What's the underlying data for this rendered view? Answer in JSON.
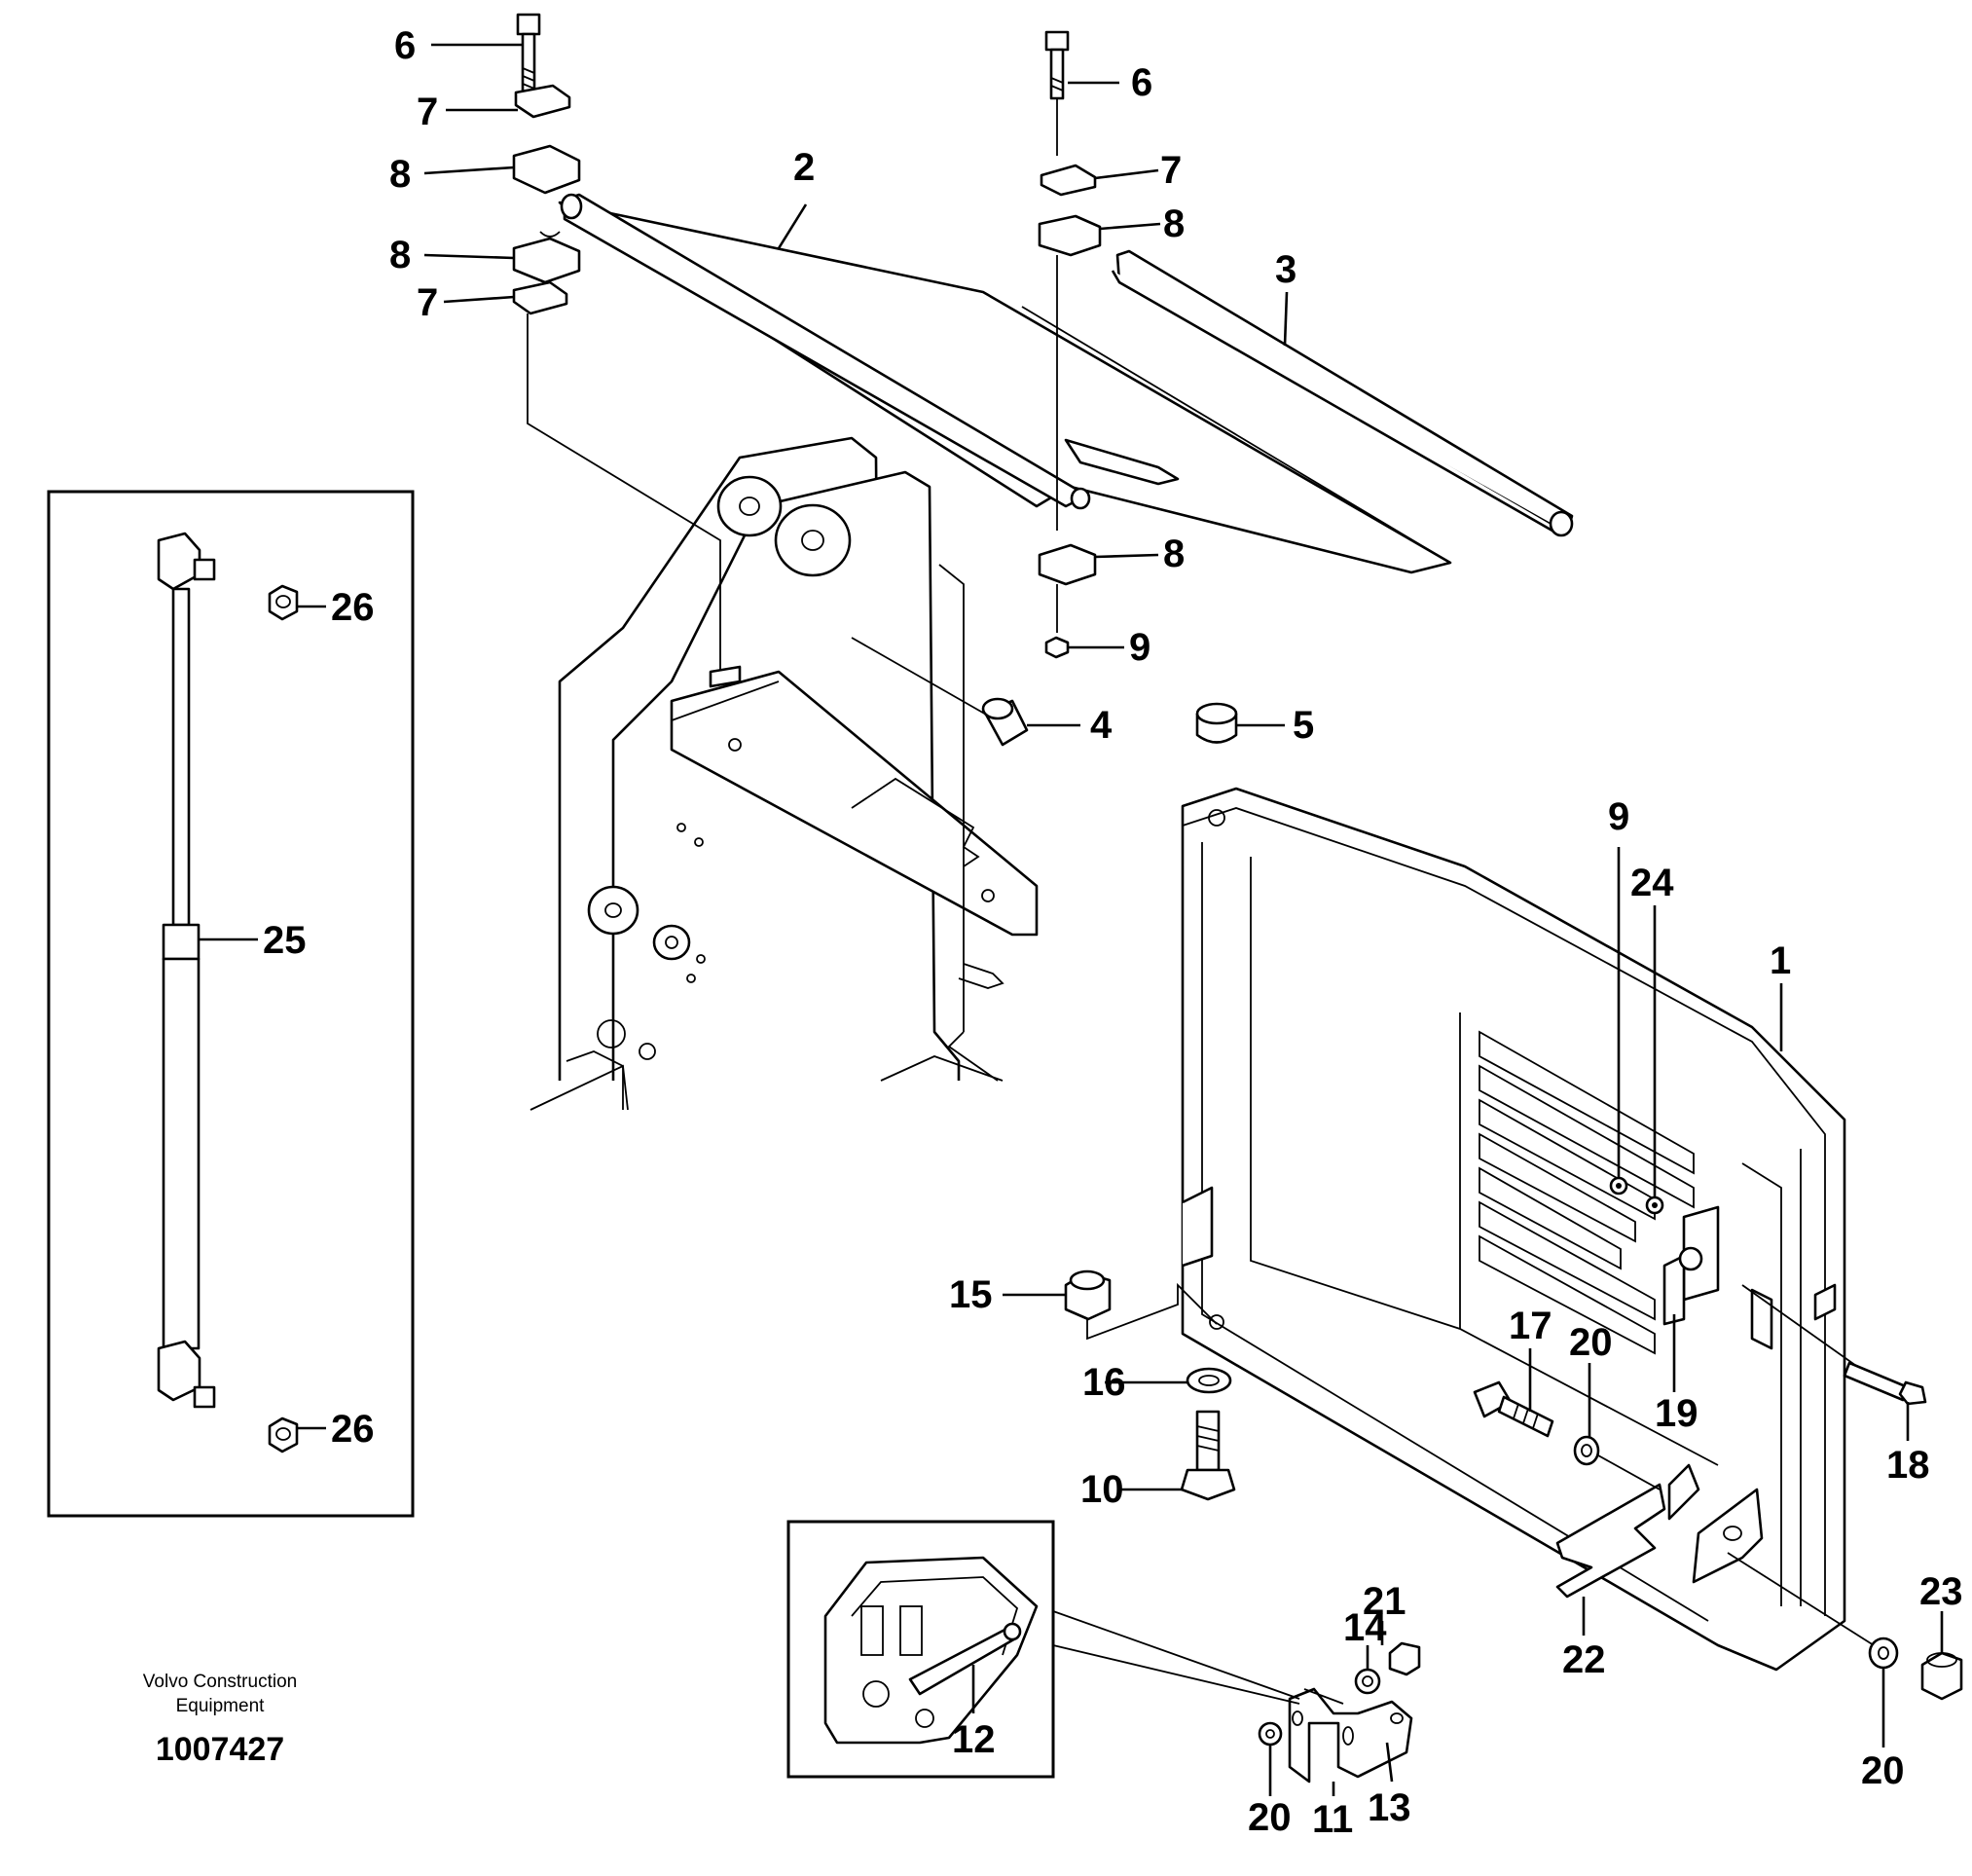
{
  "caption": {
    "line1": "Volvo Construction",
    "line2": "Equipment",
    "number": "1007427"
  },
  "callouts": {
    "c1": "1",
    "c2": "2",
    "c3": "3",
    "c4": "4",
    "c5": "5",
    "c6a": "6",
    "c6b": "6",
    "c7a": "7",
    "c7b": "7",
    "c7c": "7",
    "c8a": "8",
    "c8b": "8",
    "c8c": "8",
    "c8d": "8",
    "c9a": "9",
    "c9b": "9",
    "c10": "10",
    "c11": "11",
    "c12": "12",
    "c13": "13",
    "c14": "14",
    "c15": "15",
    "c16": "16",
    "c17": "17",
    "c18": "18",
    "c19": "19",
    "c20a": "20",
    "c20b": "20",
    "c20c": "20",
    "c21": "21",
    "c22": "22",
    "c23": "23",
    "c24": "24",
    "c25": "25",
    "c26a": "26",
    "c26b": "26"
  }
}
